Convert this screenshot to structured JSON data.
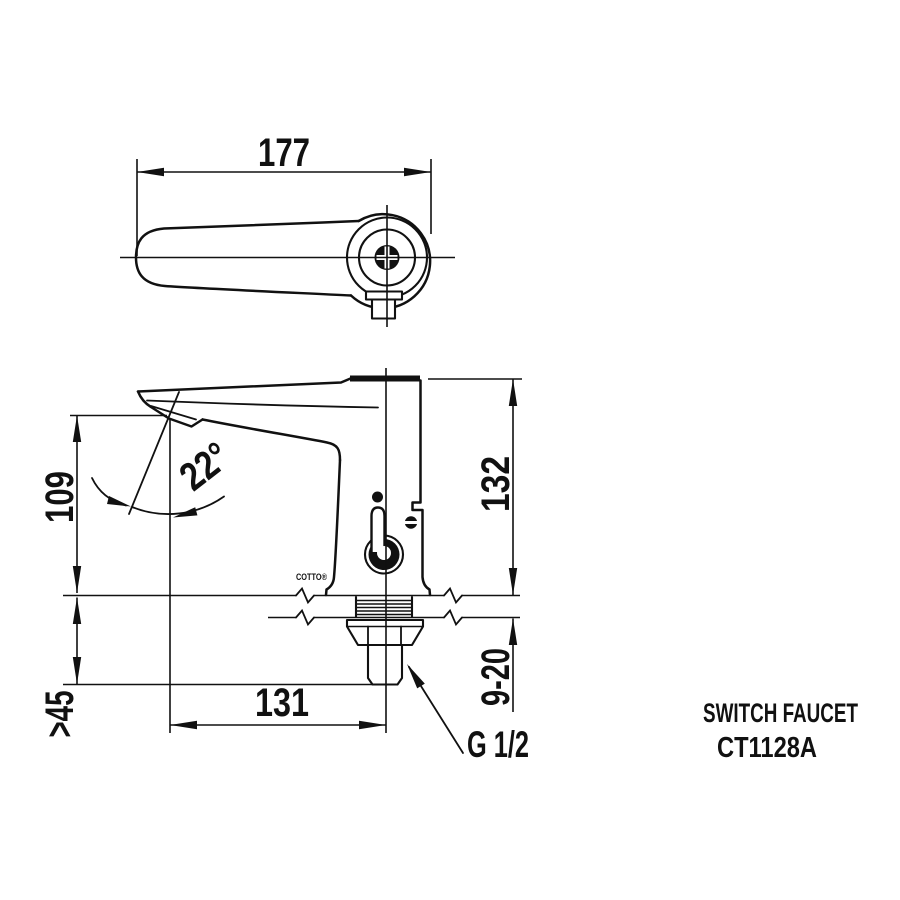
{
  "title": {
    "line1": "SWITCH FAUCET",
    "line2": "CT1128A"
  },
  "brand": {
    "logo_text": "COTTO®"
  },
  "dimensions": {
    "spout_length_top": "177",
    "spout_outlet_height": "109",
    "body_height": "132",
    "spout_reach": "131",
    "deck_thickness_range": "9-20",
    "min_clearance_below": ">45",
    "spout_angle": "22°",
    "thread_size": "G 1/2"
  },
  "colors": {
    "line": "#111111",
    "background": "#ffffff"
  }
}
